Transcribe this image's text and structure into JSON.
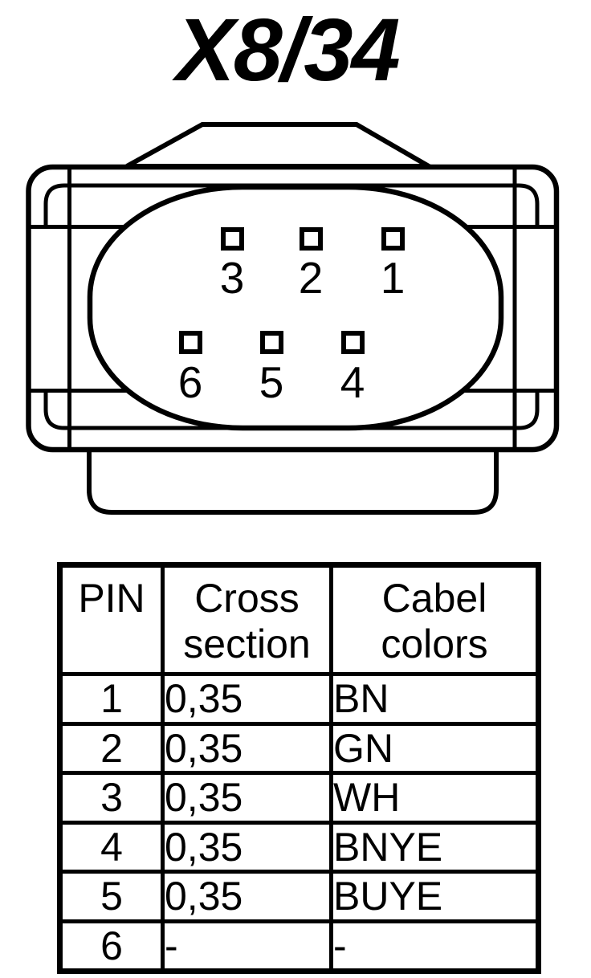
{
  "title": "X8/34",
  "colors": {
    "line": "#000000",
    "background": "#ffffff"
  },
  "connector": {
    "pins_top_row": [
      {
        "number": "3"
      },
      {
        "number": "2"
      },
      {
        "number": "1"
      }
    ],
    "pins_bottom_row": [
      {
        "number": "6"
      },
      {
        "number": "5"
      },
      {
        "number": "4"
      }
    ]
  },
  "table": {
    "headers": [
      "PIN",
      "Cross section",
      "Cabel colors"
    ],
    "rows": [
      [
        "1",
        "0,35",
        "BN"
      ],
      [
        "2",
        "0,35",
        "GN"
      ],
      [
        "3",
        "0,35",
        "WH"
      ],
      [
        "4",
        "0,35",
        "BNYE"
      ],
      [
        "5",
        "0,35",
        "BUYE"
      ],
      [
        "6",
        "-",
        "-"
      ]
    ]
  }
}
